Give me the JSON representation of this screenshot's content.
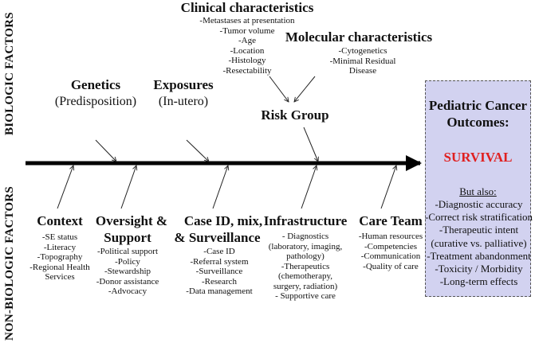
{
  "axis_labels": {
    "biologic": "BIOLOGIC FACTORS",
    "non_biologic": "NON-BIOLOGIC FACTORS"
  },
  "biologic": {
    "genetics": {
      "title": "Genetics",
      "subtitle": "(Predisposition)"
    },
    "exposures": {
      "title": "Exposures",
      "subtitle": "(In-utero)"
    },
    "clinical": {
      "title": "Clinical characteristics",
      "items": [
        "-Metastases at presentation",
        "-Tumor volume",
        "-Age",
        "-Location",
        "-Histology",
        "-Resectability"
      ]
    },
    "molecular": {
      "title": "Molecular characteristics",
      "items": [
        "-Cytogenetics",
        "-Minimal  Residual",
        "Disease"
      ]
    },
    "risk_group": {
      "title": "Risk Group"
    }
  },
  "non_biologic": {
    "context": {
      "title": "Context",
      "items": [
        "-SE status",
        "-Literacy",
        "-Topography",
        "-Regional Health",
        "Services"
      ]
    },
    "oversight": {
      "title_line1": "Oversight &",
      "title_line2": "Support",
      "items": [
        "-Political support",
        "-Policy",
        "-Stewardship",
        "-Donor assistance",
        "-Advocacy"
      ]
    },
    "case_id": {
      "title_line1": "Case ID, mix,",
      "title_line2": "& Surveillance",
      "items": [
        "-Case ID",
        "-Referral system",
        "-Surveillance",
        "-Research",
        "-Data management"
      ]
    },
    "infrastructure": {
      "title": "Infrastructure",
      "items": [
        "-   Diagnostics",
        "(laboratory, imaging,",
        "pathology)",
        "-Therapeutics",
        "(chemotherapy,",
        "surgery, radiation)",
        "- Supportive  care"
      ]
    },
    "care_team": {
      "title": "Care Team",
      "items": [
        "-Human resources",
        "-Competencies",
        "-Communication",
        "-Quality of care"
      ]
    }
  },
  "outcome": {
    "title_line1": "Pediatric Cancer",
    "title_line2": "Outcomes:",
    "headline": "SURVIVAL",
    "but_also": "But also:",
    "items": [
      "-Diagnostic  accuracy",
      "-Correct risk stratification",
      "-Therapeutic  intent",
      "(curative  vs. palliative)",
      "-Treatment  abandonment",
      "-Toxicity / Morbidity",
      "-Long-term effects"
    ]
  },
  "colors": {
    "outcome_fill": "#d2d2f0",
    "survival": "#e02020",
    "spine": "#000000"
  }
}
